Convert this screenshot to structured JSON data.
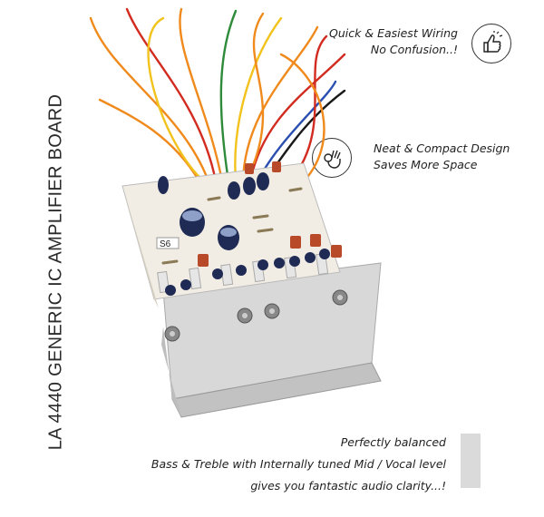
{
  "title": "LA 4440 GENERIC IC AMPLIFIER BOARD",
  "features": [
    {
      "line1": "Quick & Easiest Wiring",
      "line2": "No Confusion..!",
      "icon": "thumbs-up-icon"
    },
    {
      "line1": "Neat & Compact Design",
      "line2": "Saves More Space",
      "icon": "ok-hand-icon"
    }
  ],
  "bottom": {
    "line1": "Perfectly balanced",
    "line2": "Bass & Treble with Internally tuned Mid / Vocal level",
    "line3": "gives you fantastic audio clarity...!"
  },
  "board_label": "S6",
  "colors": {
    "heatsink": "#d8d8d8",
    "pcb": "#f2ede4",
    "capacitor": "#1f2b55",
    "wire_orange": "#f08a1c",
    "wire_red": "#d22b1f",
    "wire_green": "#2e8b3a",
    "wire_yellow": "#f2c21d",
    "wire_blue": "#2a4fb0",
    "wire_black": "#1a1a1a"
  }
}
